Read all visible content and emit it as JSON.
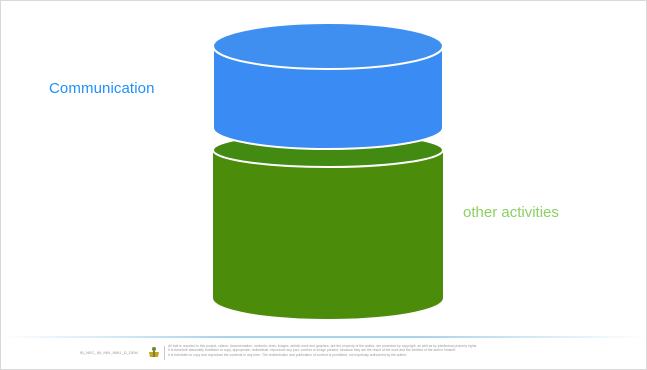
{
  "labels": {
    "communication": "Communication",
    "other_activities": "other activities"
  },
  "colors": {
    "communication_top": "#3e8ff0",
    "communication_side": "#3a8cf4",
    "other_top": "#438a12",
    "other_side": "#4b8c0b",
    "communication_text": "#1e90ff",
    "other_text": "#8ccf62"
  },
  "footer": {
    "code": "IB_NEC_IM_INN_INN1_D_DEM",
    "legal_lines": [
      "All that is reported in this project, videos, documentation, contents, texts, images, artistic work and graphics, are the property of the author, are protected by copyright, as well as by intellectual property rights.",
      "It is therefore absolutely forbidden to copy, appropriate, redistribute, reproduce any part, content or image present, because they are the result of the work and the intellect of the author himself.",
      "It is forbidden to copy and reproduce the contents in any form.     The redistribution and publication of content is prohibited, not expressly authorized by the author."
    ],
    "logo_icon": "crest-logo-icon"
  }
}
